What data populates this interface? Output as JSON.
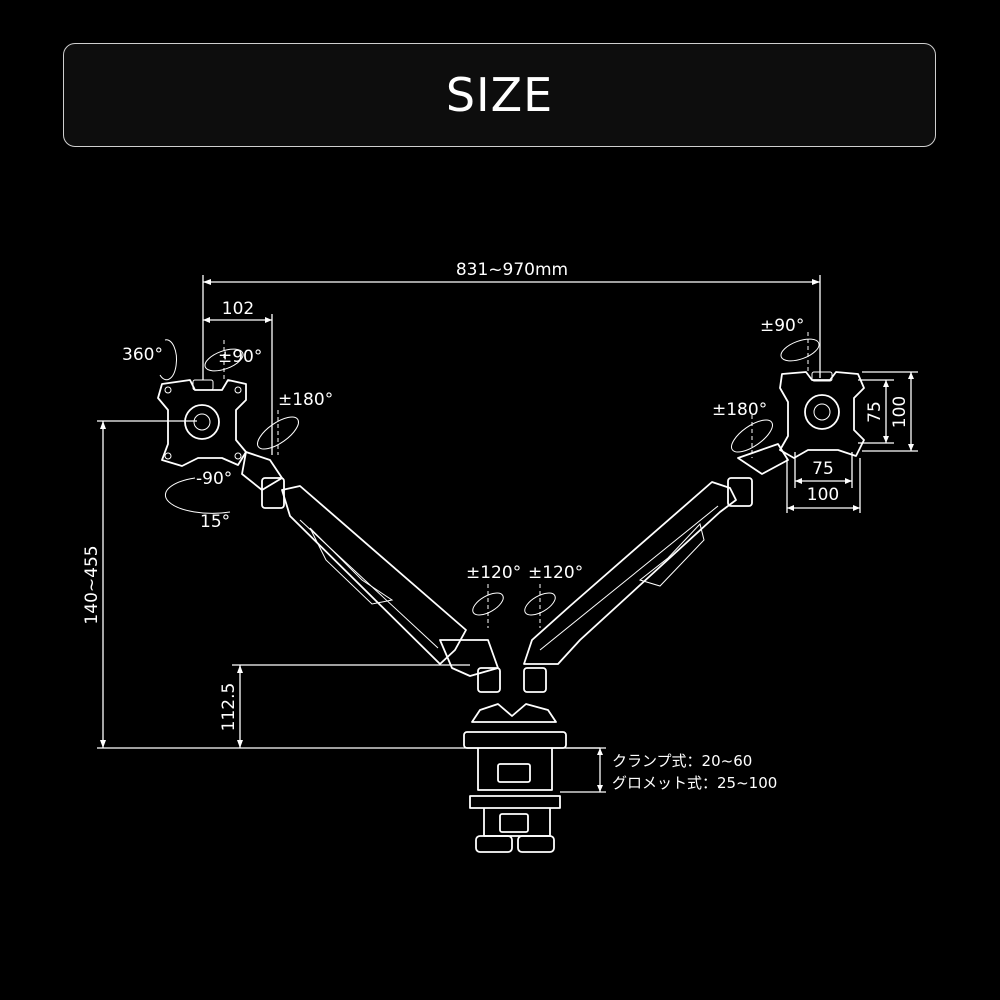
{
  "title": "SIZE",
  "dimensions": {
    "overall_width": "831~970mm",
    "arm_offset": "102",
    "height_range": "140~455",
    "base_height": "112.5",
    "vesa_height_small": "75",
    "vesa_height_large": "100",
    "vesa_width_small": "75",
    "vesa_width_large": "100"
  },
  "rotations": {
    "rotate_360": "360°",
    "left_tilt": "±90°",
    "left_swivel": "±180°",
    "left_down": "-90°",
    "left_up": "15°",
    "right_tilt": "±90°",
    "right_swivel": "±180°",
    "left_base_swivel": "±120°",
    "right_base_swivel": "±120°"
  },
  "mount": {
    "clamp": "クランプ式：20~60",
    "grommet": "グロメット式：25~100"
  }
}
